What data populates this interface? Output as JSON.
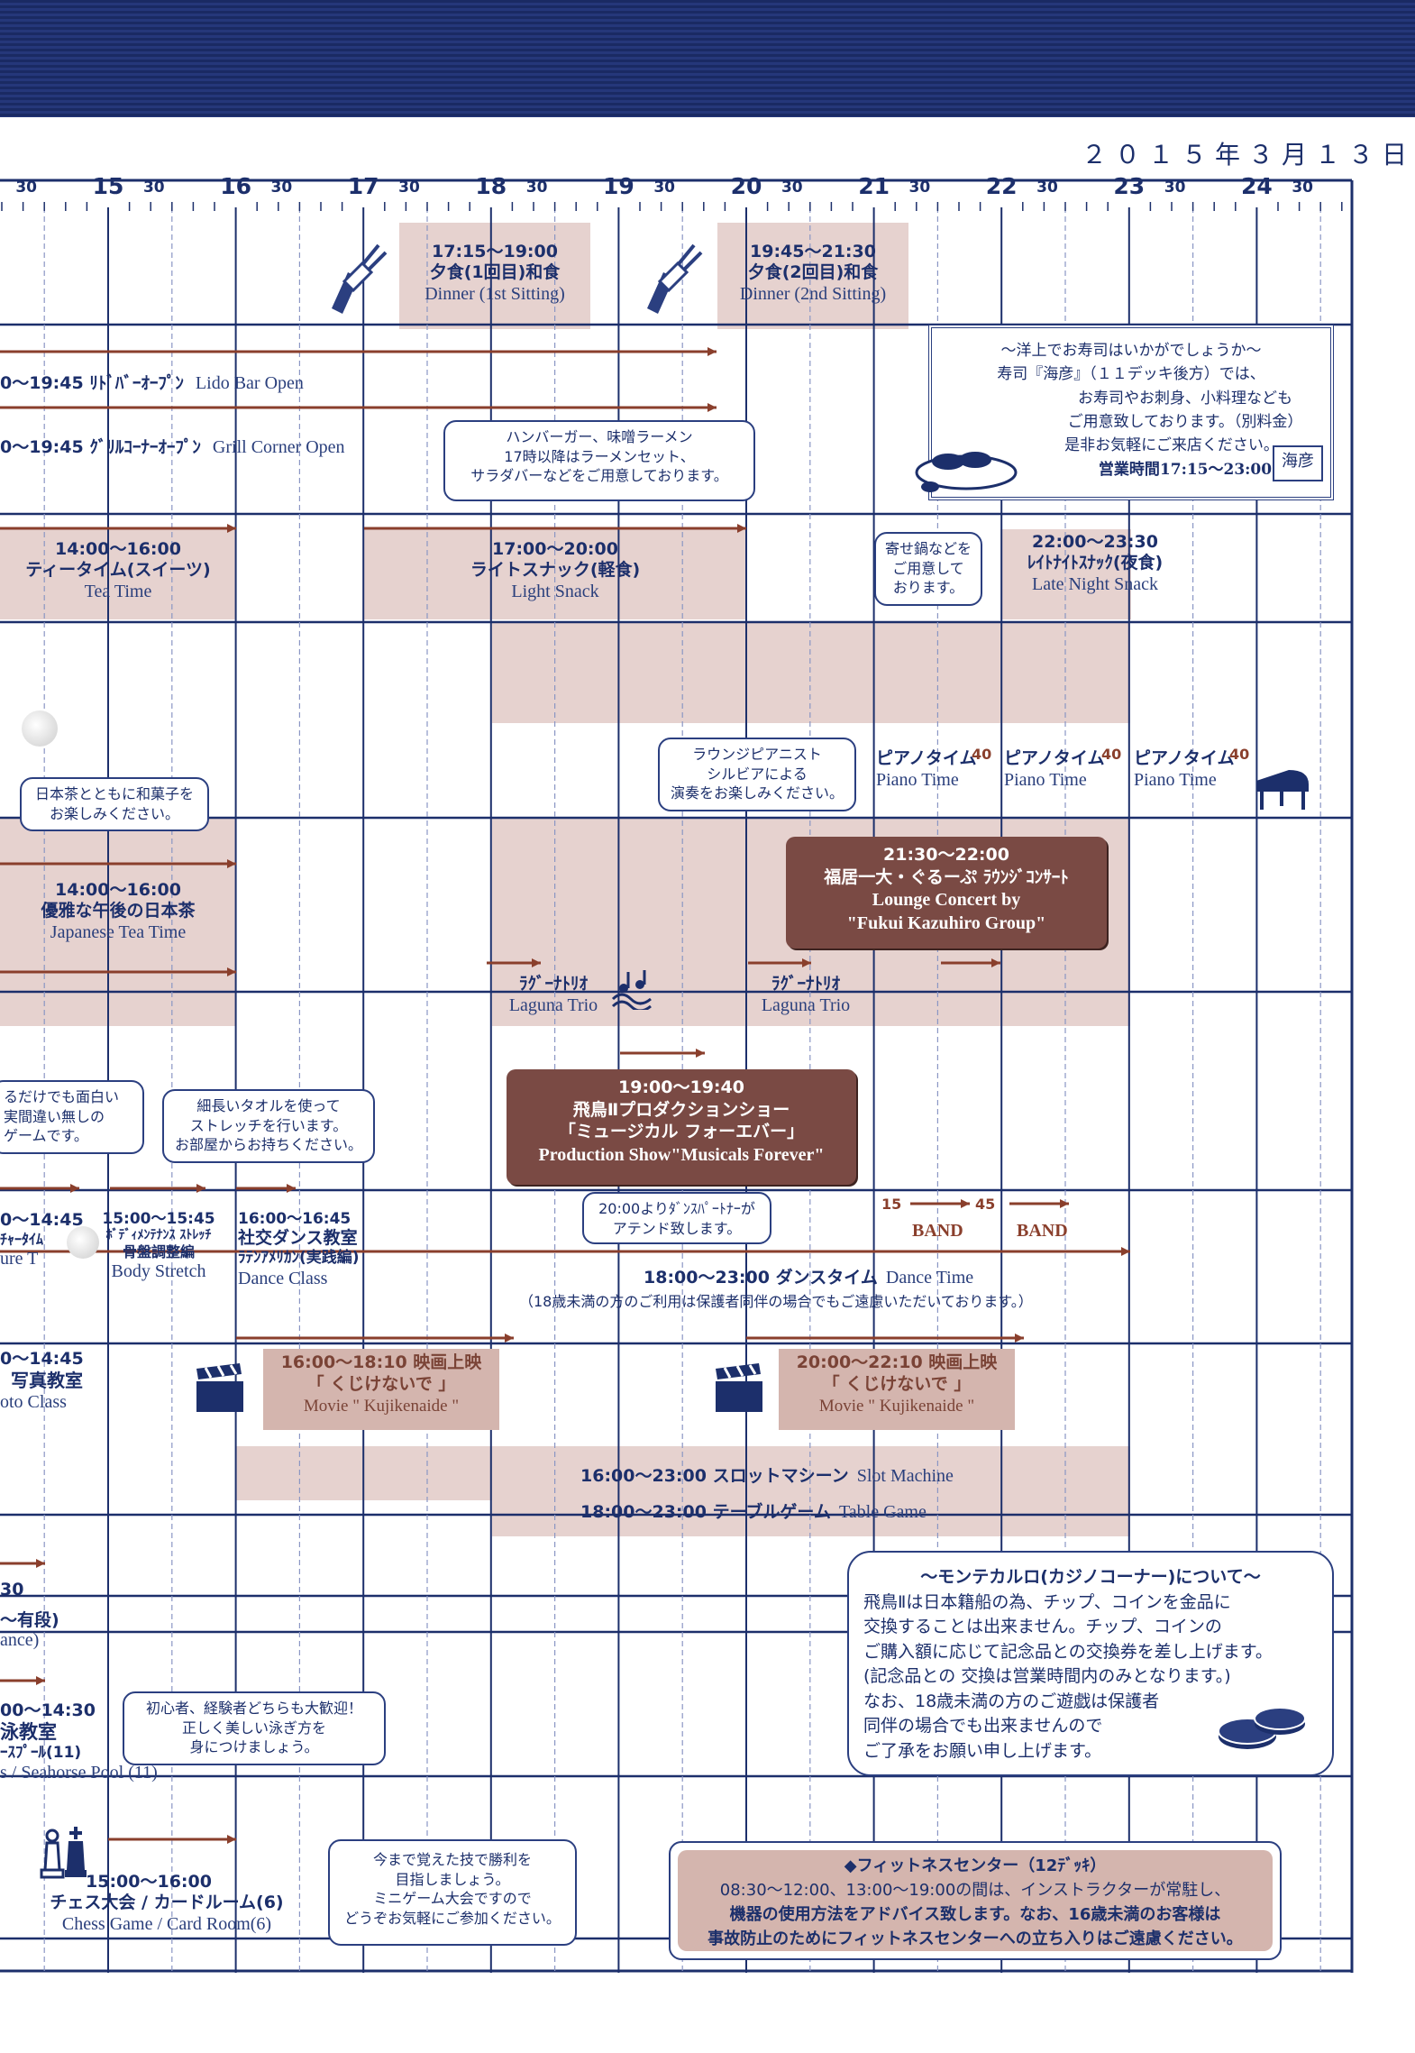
{
  "date": "２０１５年３月１３日",
  "timeline": {
    "hours": [
      "15",
      "16",
      "17",
      "18",
      "19",
      "20",
      "21",
      "22",
      "23",
      "24"
    ],
    "half": "30"
  },
  "dinner": {
    "first": {
      "time": "17:15〜19:00",
      "jp": "夕食(1回目)和食",
      "en": "Dinner (1st Sitting)"
    },
    "second": {
      "time": "19:45〜21:30",
      "jp": "夕食(2回目)和食",
      "en": "Dinner (2nd Sitting)"
    }
  },
  "lido": {
    "text": "0〜19:45 ﾘﾄﾞﾊﾞｰｵｰﾌﾟﾝ",
    "en": "Lido Bar Open"
  },
  "grill": {
    "text": "0〜19:45 ｸﾞﾘﾙｺｰﾅｰｵｰﾌﾟﾝ",
    "en": "Grill Corner Open"
  },
  "grill_bubble": [
    "ハンバーガー、味噌ラーメン",
    "17時以降はラーメンセット、",
    "サラダバーなどをご用意しております。"
  ],
  "sushi": {
    "lines": [
      "〜洋上でお寿司はいかがでしょうか〜",
      "寿司『海彦』（１１デッキ後方）では、",
      "お寿司やお刺身、小料理なども",
      "ご用意致しております。（別料金）",
      "是非お気軽にご来店ください。"
    ],
    "hours": "営業時間17:15〜23:00",
    "logo": "海彦"
  },
  "tea": {
    "time": "14:00〜16:00",
    "jp": "ティータイム(スイーツ)",
    "en": "Tea Time"
  },
  "light_snack": {
    "time": "17:00〜20:00",
    "jp": "ライトスナック(軽食)",
    "en": "Light Snack"
  },
  "nabe_bubble": [
    "寄せ鍋などを",
    "ご用意して",
    "おります。"
  ],
  "late_snack": {
    "time": "22:00〜23:30",
    "jp": "ﾚｲﾄﾅｲﾄｽﾅｯｸ(夜食)",
    "en": "Late Night Snack"
  },
  "pianist_bubble": [
    "ラウンジピアニスト",
    "シルビアによる",
    "演奏をお楽しみください。"
  ],
  "piano": {
    "mark": "40",
    "jp": "ピアノタイム",
    "en": "Piano Time"
  },
  "wagashi_bubble": [
    "日本茶とともに和菓子を",
    "お楽しみください。"
  ],
  "japanese_tea": {
    "time": "14:00〜16:00",
    "jp": "優雅な午後の日本茶",
    "en": "Japanese Tea Time"
  },
  "lounge_concert": {
    "time": "21:30〜22:00",
    "jp": "福居一大・ぐるーぷ ﾗｳﾝｼﾞｺﾝｻｰﾄ",
    "en1": "Lounge Concert by",
    "en2": "\"Fukui Kazuhiro Group\""
  },
  "laguna": {
    "jp": "ﾗｸﾞｰﾅﾄﾘｵ",
    "en": "Laguna Trio"
  },
  "culture_bubble": [
    "るだけでも面白い",
    "実間違い無しの",
    "ゲームです。"
  ],
  "towel_bubble": [
    "細長いタオルを使って",
    "ストレッチを行います。",
    "お部屋からお持ちください。"
  ],
  "production": {
    "time": "19:00〜19:40",
    "jp1": "飛鳥Ⅱプロダクションショー",
    "jp2": "「ミュージカル フォーエバー」",
    "en": "Production Show\"Musicals Forever\""
  },
  "partner_bubble": [
    "20:00よりﾀﾞﾝｽﾊﾟｰﾄﾅｰが",
    "アテンド致します。"
  ],
  "band": {
    "start": "15",
    "end": "45",
    "label": "BAND"
  },
  "culture": {
    "time": "0〜14:45",
    "jp": "ﾁｬｰﾀｲﾑ",
    "en": "ure T"
  },
  "body": {
    "time": "15:00〜15:45",
    "jp1": "ﾎﾞﾃﾞｨﾒﾝﾃﾅﾝｽ ｽﾄﾚｯﾁ",
    "jp2": "骨盤調整編",
    "en": "Body Stretch"
  },
  "social_dance": {
    "time": "16:00〜16:45",
    "jp1": "社交ダンス教室",
    "jp2": "ﾗﾃﾝｱﾒﾘｶﾝ(実践編)",
    "en": "Dance Class"
  },
  "dance_time": {
    "line": "18:00〜23:00 ダンスタイム",
    "en": "Dance Time",
    "note": "（18歳未満の方のご利用は保護者同伴の場合でもご遠慮いただいております。）"
  },
  "photo": {
    "time": "0〜14:45",
    "jp": "写真教室",
    "en": "oto Class"
  },
  "movie1": {
    "time": "16:00〜18:10 映画上映",
    "jp": "「 くじけないで 」",
    "en": "Movie \" Kujikenaide \""
  },
  "movie2": {
    "time": "20:00〜22:10 映画上映",
    "jp": "「 くじけないで 」",
    "en": "Movie \" Kujikenaide \""
  },
  "slot": {
    "line": "16:00〜23:00 スロットマシーン",
    "en": "Slot Machine"
  },
  "table_game": {
    "line": "18:00〜23:00 テーブルゲーム",
    "en": "Table Game"
  },
  "left_partial": {
    "a": "30",
    "b": "〜有段)",
    "c": "ance)"
  },
  "swim": {
    "time": "00〜14:30",
    "jp1": "泳教室",
    "jp2": "ｰｽﾌﾟｰﾙ(11)",
    "en": "s / Seahorse Pool (11)"
  },
  "swim_bubble": [
    "初心者、経験者どちらも大歓迎！",
    "正しく美しい泳ぎ方を",
    "身につけましょう。"
  ],
  "chess": {
    "time": "15:00〜16:00",
    "jp": "チェス大会 / カードルーム(6)",
    "en": "Chess Game / Card Room(6)"
  },
  "chess_bubble": [
    "今まで覚えた技で勝利を",
    "目指しましょう。",
    "ミニゲーム大会ですので",
    "どうぞお気軽にご参加ください。"
  ],
  "casino": {
    "title": "〜モンテカルロ(カジノコーナー)について〜",
    "lines": [
      "飛鳥Ⅱは日本籍船の為、チップ、コインを金品に",
      "交換することは出来ません。チップ、コインの",
      "ご購入額に応じて記念品との交換券を差し上げます。",
      "(記念品との 交換は営業時間内のみとなります。)",
      "なお、18歳未満の方のご遊戯は保護者",
      "同伴の場合でも出来ませんので",
      "ご了承をお願い申し上げます。"
    ]
  },
  "fitness": {
    "title": "◆フィットネスセンター（12ﾃﾞｯｷ）",
    "lines": [
      "08:30〜12:00、13:00〜19:00の間は、インストラクターが常駐し、",
      "機器の使用方法をアドバイス致します。なお、16歳未満のお客様は",
      "事故防止のためにフィットネスセンターへの立ち入りはご遠慮ください。"
    ]
  },
  "colors": {
    "navy": "#1c2f6b",
    "rose": "#e6d2cf",
    "brown": "#7a4a44",
    "arrow": "#8a3f2c"
  }
}
